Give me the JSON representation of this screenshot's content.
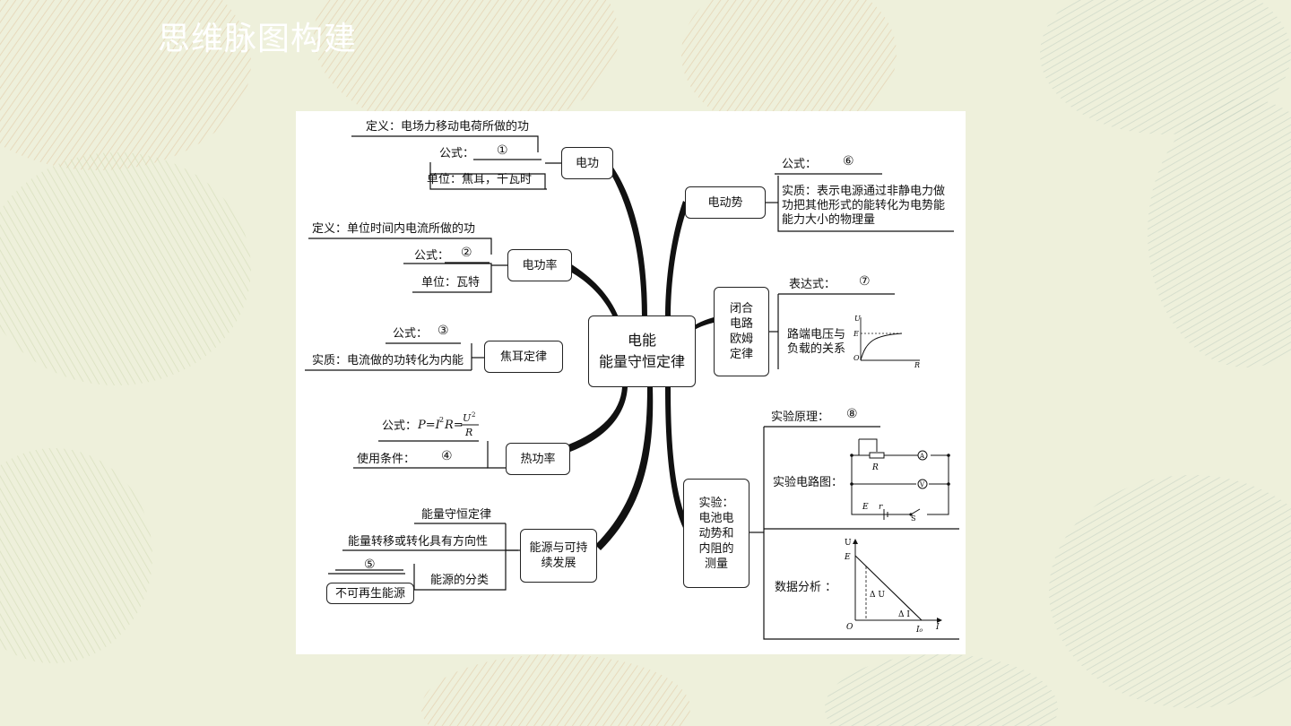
{
  "page_title": "思维脉图构建",
  "center": {
    "line1": "电能",
    "line2": "能量守恒定律"
  },
  "left": {
    "work": {
      "node": "电功",
      "definition": "定义：电场力移动电荷所做的功",
      "formula_label": "公式：",
      "formula_blank": "①",
      "unit": "单位：焦耳，千瓦时"
    },
    "power": {
      "node": "电功率",
      "definition": "定义：单位时间内电流所做的功",
      "formula_label": "公式：",
      "formula_blank": "②",
      "unit": "单位：瓦特"
    },
    "joule": {
      "node": "焦耳定律",
      "formula_label": "公式：",
      "formula_blank": "③",
      "essence": "实质：电流做的功转化为内能"
    },
    "heat": {
      "node": "热功率",
      "formula_label": "公式：",
      "formula_text": "P=I²R=U²/R",
      "condition_label": "使用条件：",
      "condition_blank": "④"
    },
    "energy": {
      "node_line1": "能源与可持",
      "node_line2": "续发展",
      "conservation": "能量守恒定律",
      "direction": "能量转移或转化具有方向性",
      "classification": "能源的分类",
      "blank": "⑤",
      "nonrenewable": "不可再生能源"
    }
  },
  "right": {
    "emf": {
      "node": "电动势",
      "formula_label": "公式：",
      "formula_blank": "⑥",
      "essence_line1": "实质：表示电源通过非静电力做",
      "essence_line2": "功把其他形式的能转化为电势能",
      "essence_line3": "能力大小的物理量"
    },
    "ohm": {
      "node_lines": [
        "闭合",
        "电路",
        "欧姆",
        "定律"
      ],
      "expression_label": "表达式：",
      "expression_blank": "⑦",
      "terminal_line1": "路端电压与",
      "terminal_line2": "负载的关系",
      "graph": {
        "y_axis": "U",
        "x_axis": "R",
        "level": "E",
        "origin": "O"
      }
    },
    "experiment": {
      "node_lines": [
        "实验：",
        "电池电",
        "动势和",
        "内阻的",
        "测量"
      ],
      "principle_label": "实验原理：",
      "principle_blank": "⑧",
      "circuit_label": "实验电路图：",
      "circuit": {
        "rheostat": "R",
        "ammeter": "A",
        "voltmeter": "V",
        "emf": "E",
        "internal": "r",
        "switch": "S"
      },
      "analysis_label": "数据分析 ：",
      "graph": {
        "y_axis": "U",
        "x_axis": "I",
        "intercept_y": "E",
        "intercept_x": "I₀",
        "origin": "O",
        "delta_u": "Δ U",
        "delta_i": "Δ I"
      }
    }
  },
  "chart_data": {
    "type": "mind-map",
    "root": "电能 能量守恒定律",
    "branches": [
      "电功",
      "电功率",
      "焦耳定律",
      "热功率",
      "能源与可持续发展",
      "电动势",
      "闭合电路欧姆定律",
      "实验：电池电动势和内阻的测量"
    ]
  }
}
